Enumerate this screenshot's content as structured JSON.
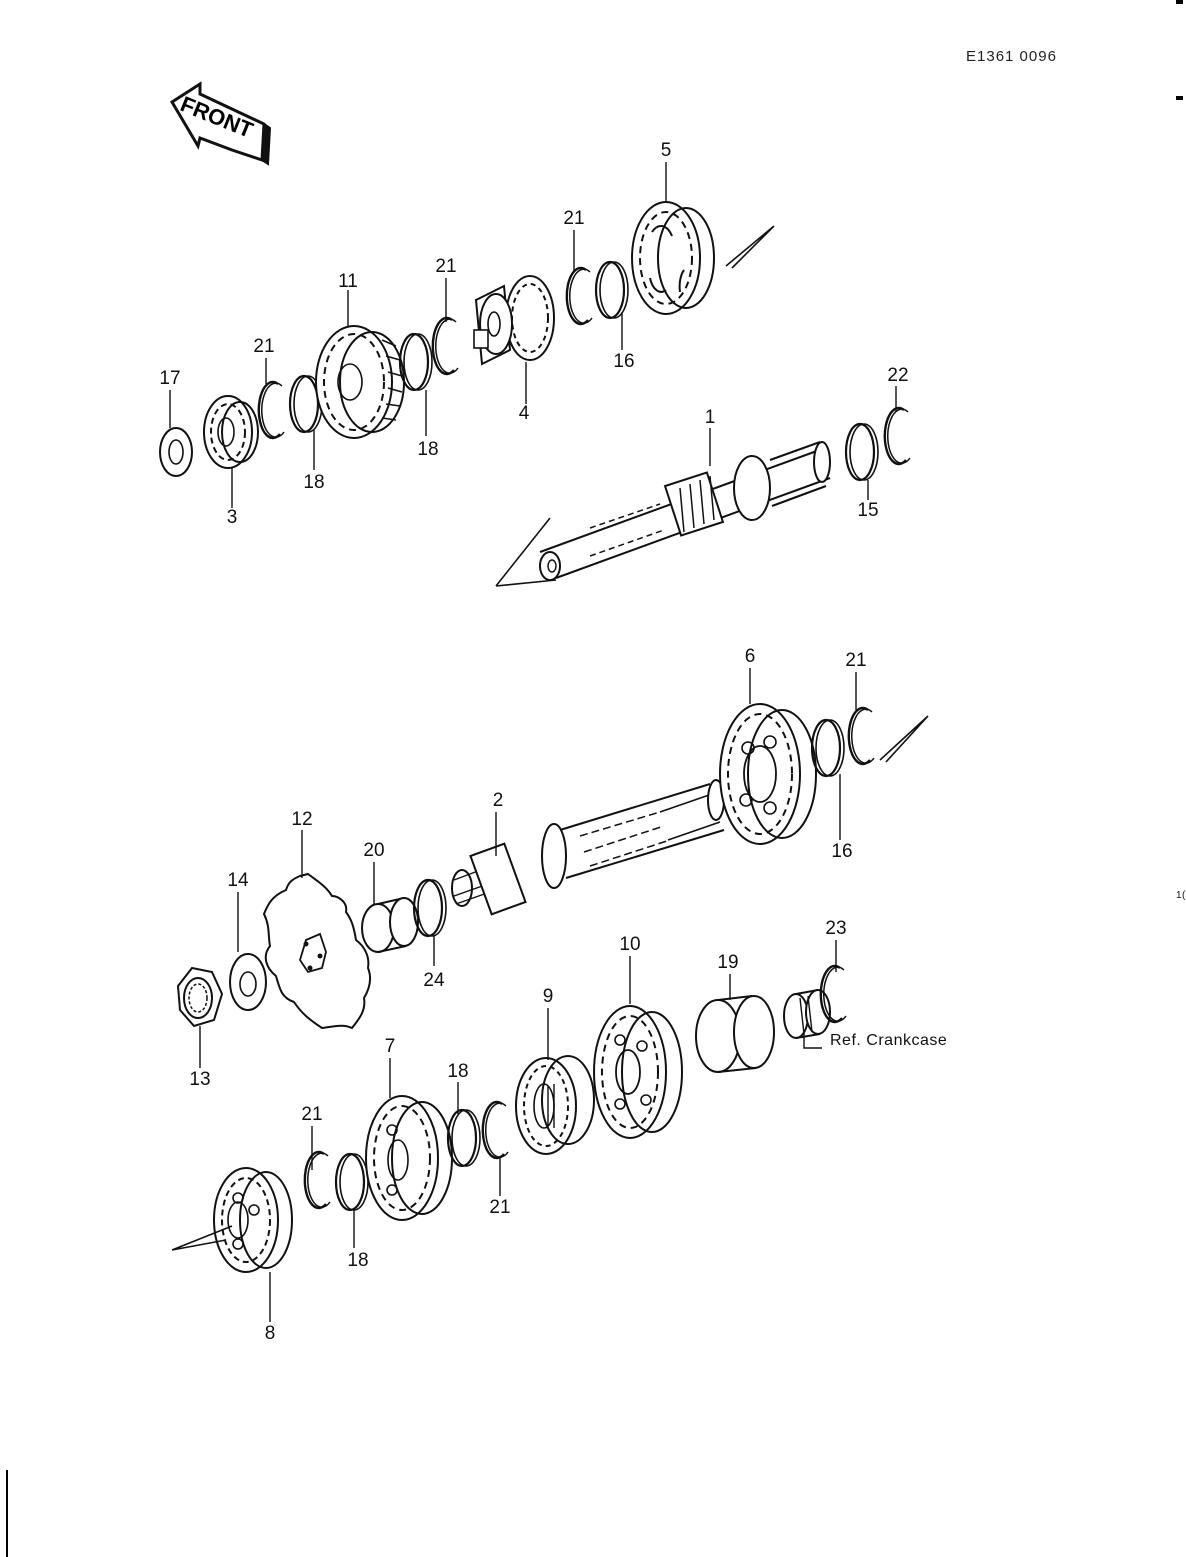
{
  "drawing_code": "E1361 0096",
  "front_label": "FRONT",
  "note_crankcase": "Ref. Crankcase",
  "edge_char": "1(",
  "parts": {
    "p1": "1",
    "p2": "2",
    "p3": "3",
    "p4": "4",
    "p5": "5",
    "p6": "6",
    "p7": "7",
    "p8": "8",
    "p9": "9",
    "p10": "10",
    "p11": "11",
    "p12": "12",
    "p13": "13",
    "p14": "14",
    "p15": "15",
    "p16a": "16",
    "p16b": "16",
    "p17": "17",
    "p18a": "18",
    "p18b": "18",
    "p18c": "18",
    "p18d": "18",
    "p19": "19",
    "p20": "20",
    "p21a": "21",
    "p21b": "21",
    "p21c": "21",
    "p21d": "21",
    "p21e": "21",
    "p21f": "21",
    "p22": "22",
    "p23": "23",
    "p24": "24"
  }
}
